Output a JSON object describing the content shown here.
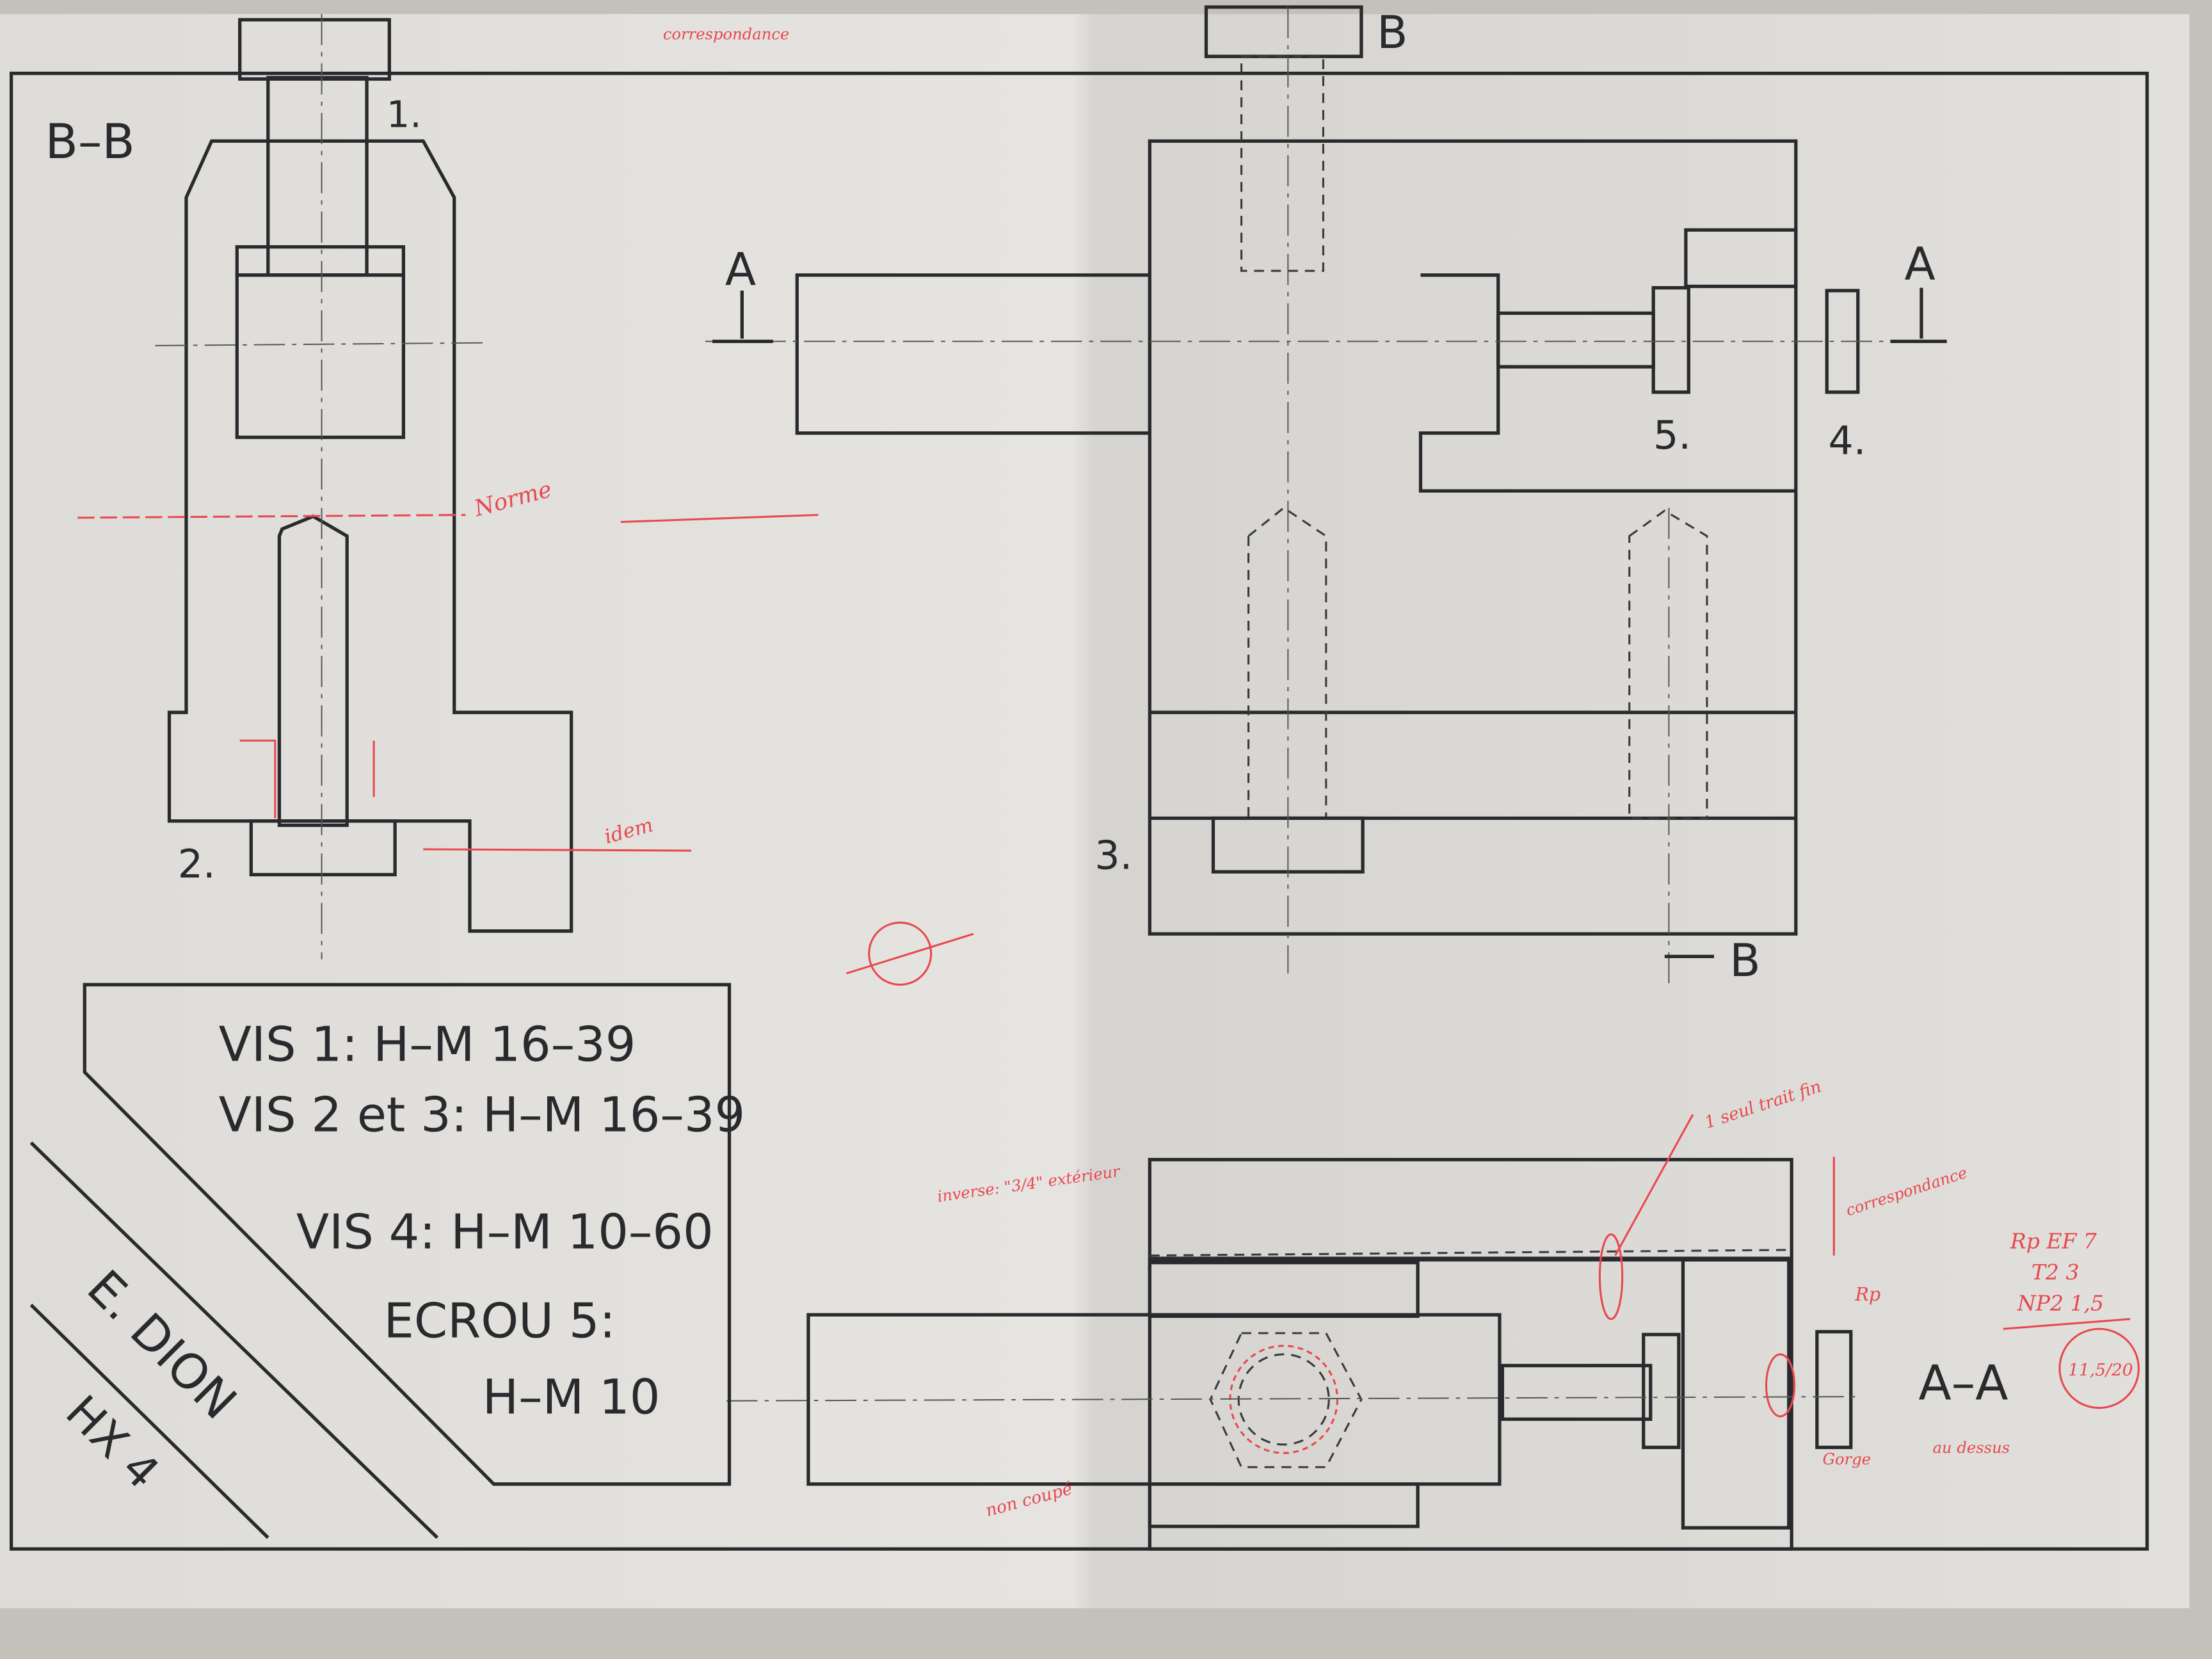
{
  "drawing": {
    "section_bb_label": "B–B",
    "section_aa_label": "A–A",
    "cut_labels": {
      "a_left": "A",
      "a_right": "A",
      "b_top": "B",
      "b_bottom": "B"
    },
    "part_numbers": {
      "p1": "1.",
      "p2": "2.",
      "p3": "3.",
      "p4": "4.",
      "p5": "5."
    }
  },
  "title_block": {
    "lines": [
      "VIS 1: H–M 16–39",
      "VIS 2 et 3: H–M 16–39",
      "VIS 4: H–M 10–60",
      "ECROU 5:",
      "H–M 10"
    ],
    "author": "E. DION",
    "class": "HX 4"
  },
  "annotations": {
    "top_correspondance": "correspondance",
    "norme": "Norme",
    "idem": "idem",
    "inverse": "inverse: \"3/4\" extérieur",
    "seul_trait": "1 seul trait fin",
    "correspondance_right": "correspondance",
    "grade_lines": [
      "Rp EF 7",
      "T2 3",
      "NP2 1,5"
    ],
    "score": "11,5/20",
    "rp": "Rp",
    "gorge": "Gorge",
    "au_dessus": "au dessus",
    "non_coupe": "non coupé"
  },
  "colors": {
    "ink": "#2a2a2e",
    "correction": "#e8484f",
    "paper": "#e4e2de"
  }
}
